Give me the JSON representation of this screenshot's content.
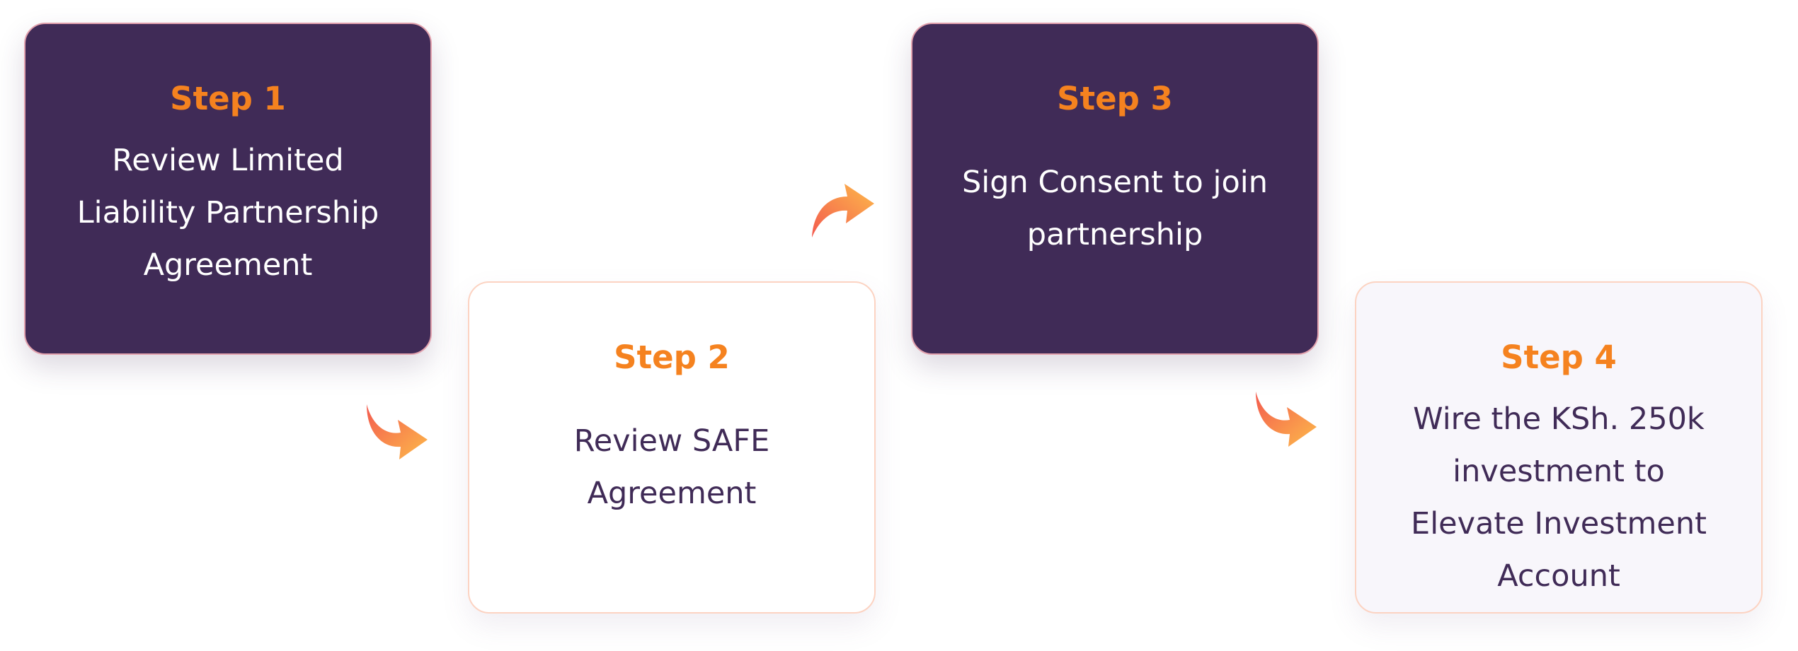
{
  "colors": {
    "dark_card": "#402b57",
    "accent_orange": "#f5821f",
    "arrow_gradient_start": "#f35a4f",
    "arrow_gradient_end": "#fdba4a"
  },
  "steps": [
    {
      "title": "Step 1",
      "text": "Review Limited Liability Partnership Agreement"
    },
    {
      "title": "Step 2",
      "text": "Review SAFE Agreement"
    },
    {
      "title": "Step 3",
      "text": "Sign Consent to join partnership"
    },
    {
      "title": "Step 4",
      "text": "Wire the KSh. 250k investment to Elevate Investment Account"
    }
  ],
  "arrows": [
    {
      "icon": "curved-arrow-down-right-icon"
    },
    {
      "icon": "curved-arrow-up-right-icon"
    },
    {
      "icon": "curved-arrow-down-right-icon"
    }
  ]
}
